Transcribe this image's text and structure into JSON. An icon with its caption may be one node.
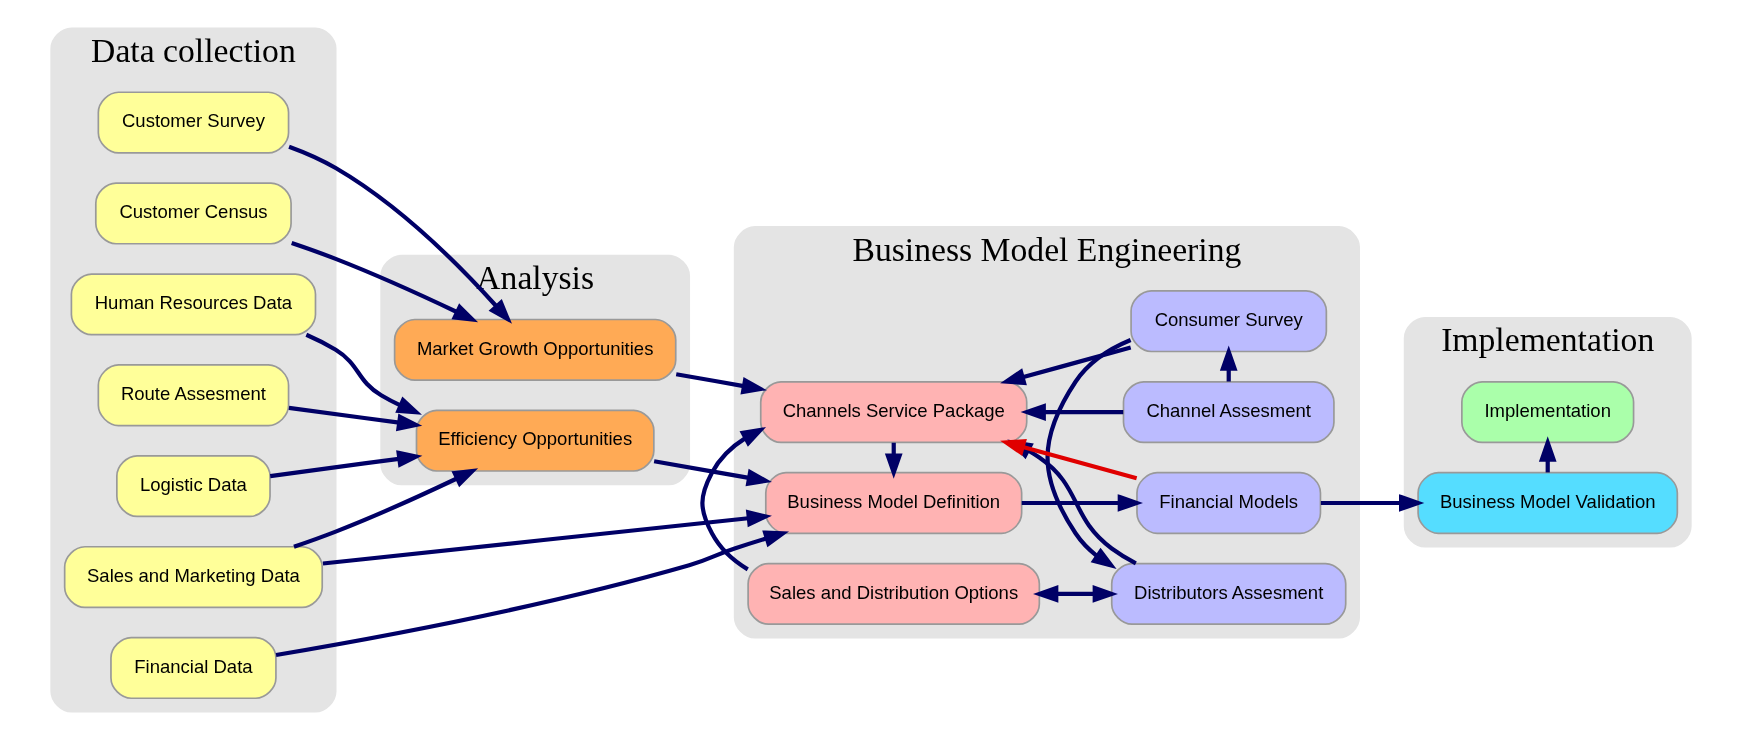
{
  "diagram": {
    "nodes": [
      {
        "text": [
          "Data collection"
        ]
      },
      {
        "text": [
          "Customer Survey"
        ],
        "in": 0
      },
      {
        "text": [
          "Customer Census"
        ],
        "in": 0
      },
      {
        "text": [
          "Route Assesment"
        ],
        "in": 0
      },
      {
        "text": [
          "Logistic Data"
        ],
        "in": 0
      },
      {
        "text": [
          "Sales and Marketing Data"
        ],
        "in": 0
      },
      {
        "text": [
          "Financial Data"
        ],
        "in": 0
      },
      {
        "text": [
          "Human Resources Data"
        ],
        "in": 0
      },
      {
        "text": [
          "Analysis"
        ]
      },
      {
        "text": [
          "Market Growth Opportunities"
        ],
        "in": 8
      },
      {
        "text": [
          "Efficiency Opportunities"
        ],
        "in": 8
      },
      {
        "text": [
          "Business Model Engineering"
        ]
      },
      {
        "text": [
          "Sales and Distribution Options"
        ],
        "in": 11
      },
      {
        "text": [
          "Channel Assesment"
        ],
        "in": 11
      },
      {
        "text": [
          "Consumer Survey"
        ],
        "in": 11
      },
      {
        "text": [
          "Distributors Assesment"
        ],
        "in": 11
      },
      {
        "text": [
          "Channels Service Package"
        ],
        "in": 11
      },
      {
        "text": [
          "Business Model Definition"
        ],
        "in": 11
      },
      {
        "text": [
          "Financial Models"
        ],
        "in": 11
      },
      {
        "text": [
          "Implementation"
        ]
      },
      {
        "text": [
          "Implementation"
        ],
        "in": 19
      },
      {
        "text": [
          "Business Model Validation"
        ],
        "in": 19
      }
    ],
    "edges": [
      {
        "from": 1,
        "to": 9,
        "arrow": "to"
      },
      {
        "from": 2,
        "to": 9,
        "arrow": "to"
      },
      {
        "from": 3,
        "to": 10,
        "arrow": "to"
      },
      {
        "from": 4,
        "to": 10,
        "arrow": "to"
      },
      {
        "from": 5,
        "to": 10,
        "arrow": "to"
      },
      {
        "from": 7,
        "to": 10,
        "arrow": "to"
      },
      {
        "from": 5,
        "to": 17,
        "arrow": "to"
      },
      {
        "from": 6,
        "to": 17,
        "arrow": "to"
      },
      {
        "from": 9,
        "to": 16,
        "arrow": "to"
      },
      {
        "from": 10,
        "to": 17,
        "arrow": "to"
      },
      {
        "from": 12,
        "to": 16,
        "arrow": "to"
      },
      {
        "from": 12,
        "to": 15,
        "arrow": "both"
      },
      {
        "from": 13,
        "to": 14,
        "arrow": "to"
      },
      {
        "from": 14,
        "to": 15,
        "arrow": "to"
      },
      {
        "from": 13,
        "to": 16,
        "arrow": "to"
      },
      {
        "from": 14,
        "to": 16,
        "arrow": "to"
      },
      {
        "from": 15,
        "to": 16,
        "arrow": "to"
      },
      {
        "from": 16,
        "to": 17,
        "arrow": "to"
      },
      {
        "from": 17,
        "to": 18,
        "arrow": "to"
      },
      {
        "from": 18,
        "to": 21,
        "arrow": "to"
      },
      {
        "from": 18,
        "to": 16,
        "arrow": "to",
        "color": "#e00000"
      },
      {
        "from": 21,
        "to": 20,
        "arrow": "to"
      }
    ]
  }
}
